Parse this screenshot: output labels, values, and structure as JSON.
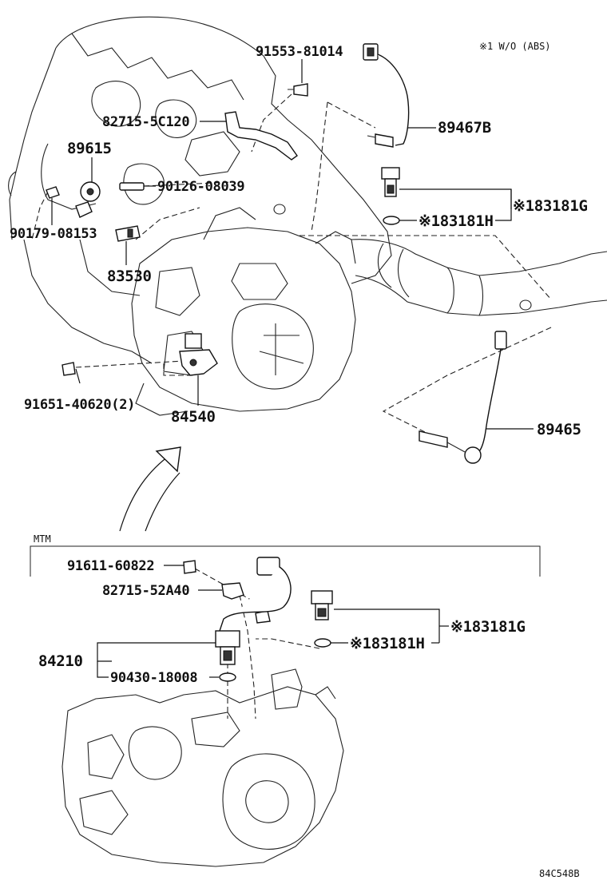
{
  "note": "※1 W/O (ABS)",
  "section_mtm": "MTM",
  "drawing_code": "84C548B",
  "labels": {
    "p91553": "91553-81014",
    "p82715a": "82715-5C120",
    "p89467b": "89467B",
    "p89615": "89615",
    "p90126": "90126-08039",
    "p90179": "90179-08153",
    "p83530": "83530",
    "p83181g_top": "※183181G",
    "p83181h_top": "※183181H",
    "p91651": "91651-40620(2)",
    "p84540": "84540",
    "p89465": "89465",
    "p91611": "91611-60822",
    "p82715b": "82715-52A40",
    "p84210": "84210",
    "p90430": "90430-18008",
    "p83181g_bot": "※183181G",
    "p83181h_bot": "※183181H"
  }
}
